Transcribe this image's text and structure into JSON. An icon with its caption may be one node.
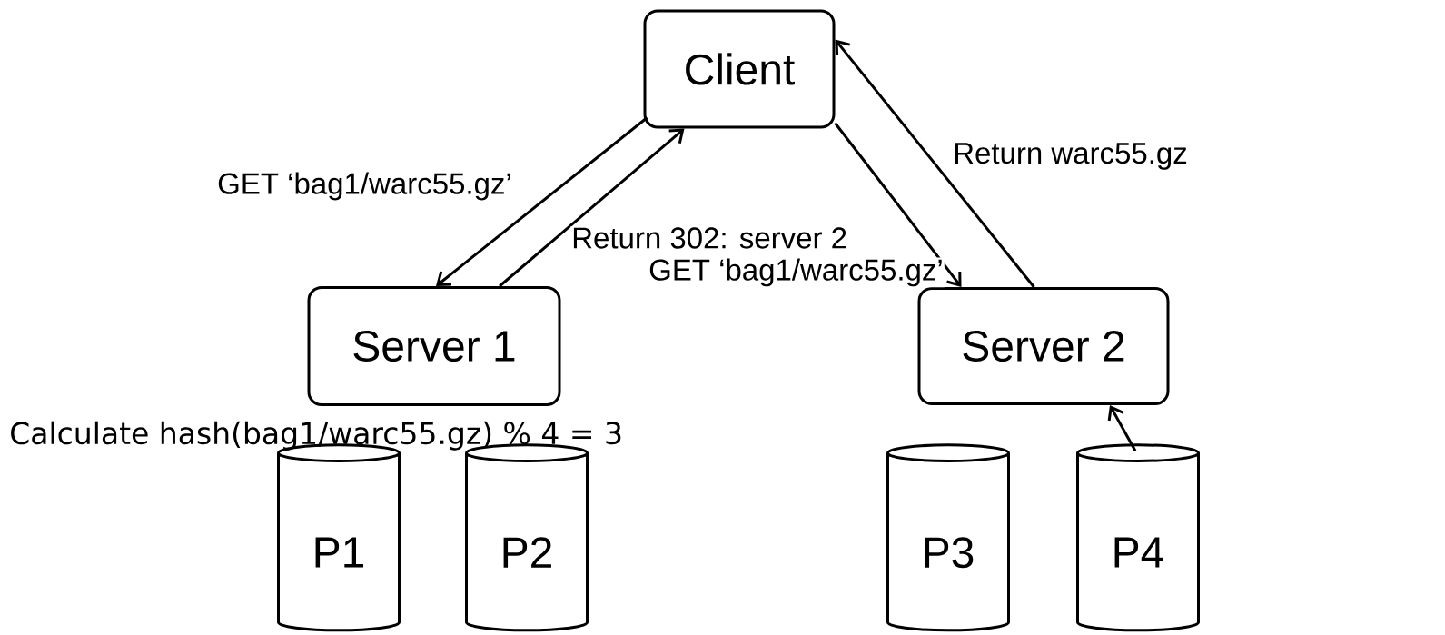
{
  "diagram": {
    "nodes": [
      {
        "text": [
          "Client"
        ]
      },
      {
        "text": [
          "Server 1"
        ],
        "beside": [
          "Calculate hash(bag1/warc55.gz) % 4 = 3"
        ]
      },
      {
        "text": [
          "Server 2"
        ]
      },
      {
        "text": [
          "P1"
        ]
      },
      {
        "text": [
          "P2"
        ]
      },
      {
        "text": [
          "P3"
        ]
      },
      {
        "text": [
          "P4"
        ]
      }
    ],
    "edges": [
      {
        "from": 0,
        "to": 1,
        "arrow": "to",
        "label": "GET ‘bag1/warc55.gz’"
      },
      {
        "from": 1,
        "to": 0,
        "arrow": "to",
        "label": "Return 302: server 2"
      },
      {
        "from": 0,
        "to": 2,
        "arrow": "to",
        "label": "GET ‘bag1/warc55.gz’"
      },
      {
        "from": 2,
        "to": 0,
        "arrow": "to",
        "label": "Return warc55.gz"
      },
      {
        "from": 6,
        "to": 2,
        "arrow": "to"
      }
    ]
  }
}
